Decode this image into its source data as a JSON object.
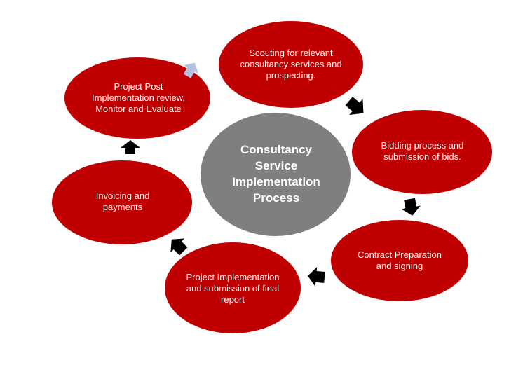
{
  "center": {
    "label": "Consultancy Service Implementation Process",
    "color": "#7f7f7f"
  },
  "steps": [
    {
      "label": "Scouting for relevant consultancy services and prospecting."
    },
    {
      "label": "Bidding process and submission of bids."
    },
    {
      "label": "Contract Preparation and signing"
    },
    {
      "label": "Project Implementation and submission of final report"
    },
    {
      "label": "Invoicing and payments"
    },
    {
      "label": "Project Post Implementation review, Monitor and Evaluate"
    }
  ],
  "colors": {
    "step": "#c00000",
    "arrow": "#000000",
    "last_arrow": "#b4c1e0"
  }
}
